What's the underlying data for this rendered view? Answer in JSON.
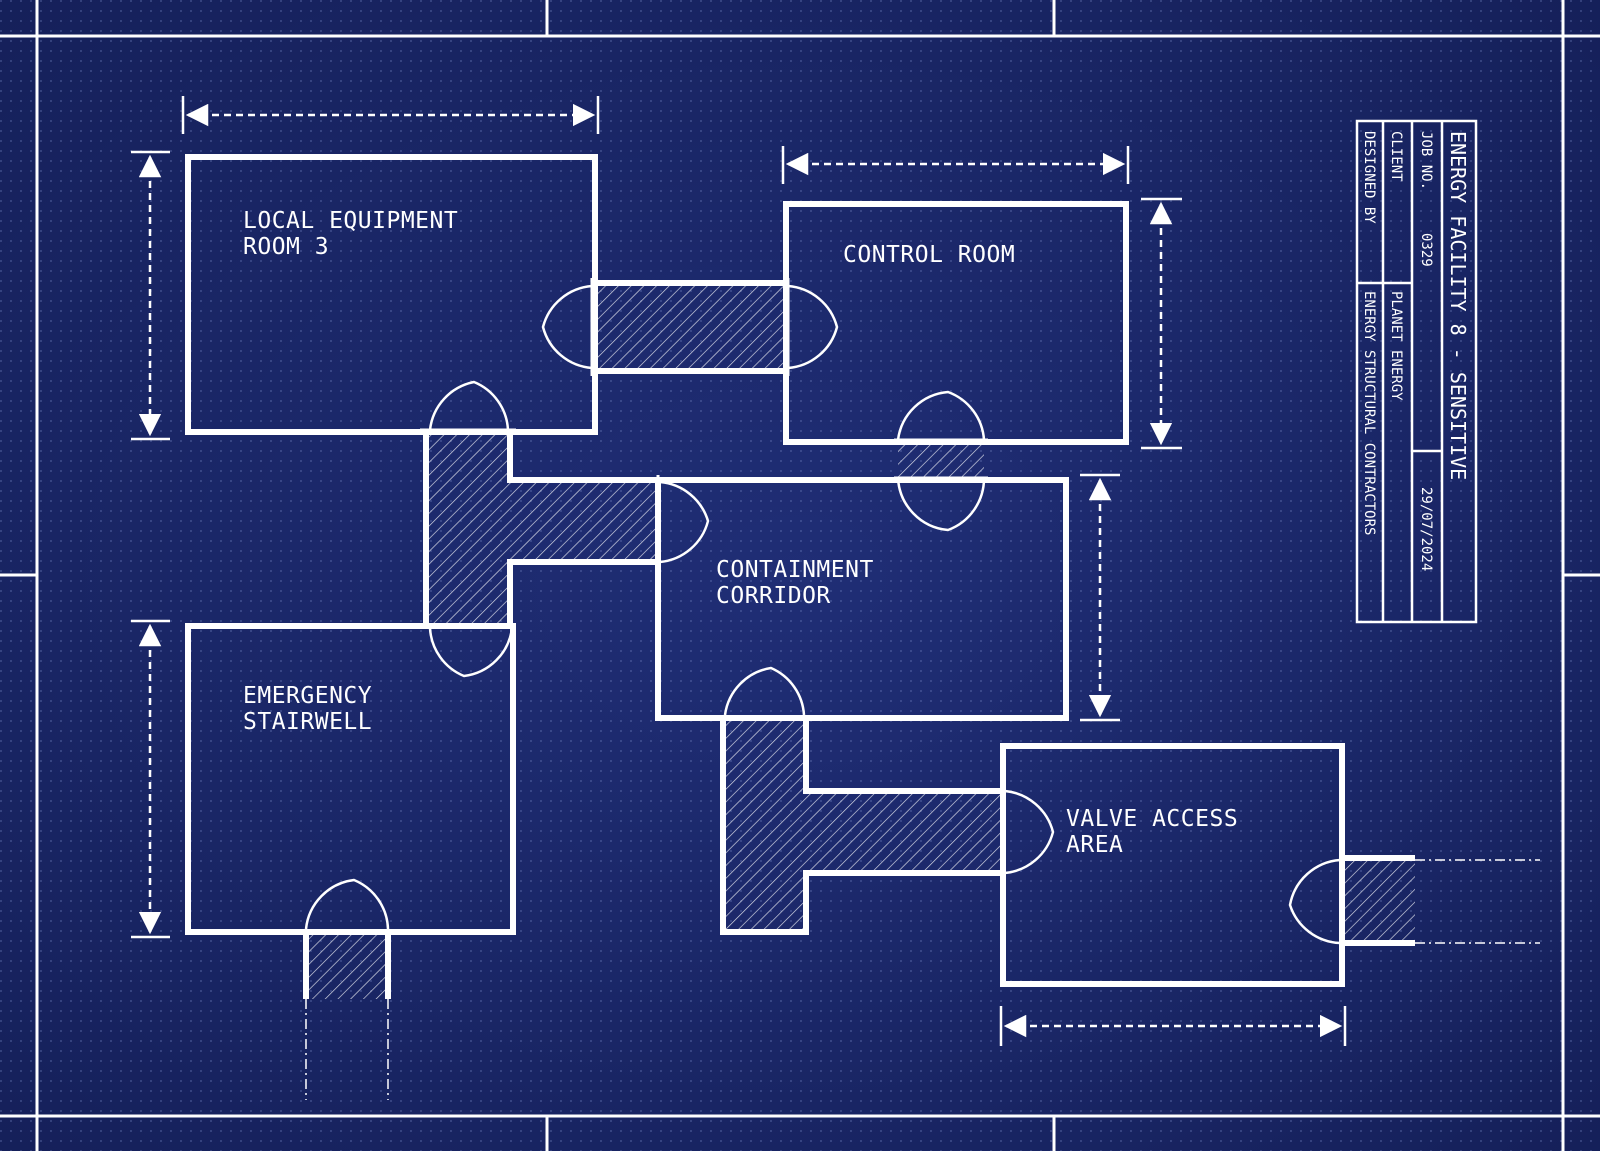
{
  "colors": {
    "background": "#1c2a6e",
    "background_dark": "#16225c",
    "line": "#ffffff",
    "grid_dot": "#6f7fbf"
  },
  "rooms": {
    "equipment_room": {
      "line1": "LOCAL EQUIPMENT",
      "line2": "ROOM 3"
    },
    "control_room": {
      "line1": "CONTROL ROOM"
    },
    "containment_corridor": {
      "line1": "CONTAINMENT",
      "line2": "CORRIDOR"
    },
    "emergency_stairwell": {
      "line1": "EMERGENCY",
      "line2": "STAIRWELL"
    },
    "valve_access_area": {
      "line1": "VALVE ACCESS",
      "line2": "AREA"
    }
  },
  "title_block": {
    "project_title": "ENERGY FACILITY 8 - SENSITIVE",
    "job_no_label": "JOB NO.",
    "job_no_value": "0329",
    "date": "29/07/2024",
    "client_label": "CLIENT",
    "client_value": "PLANET ENERGY",
    "designed_by_label": "DESIGNED BY",
    "designed_by_value": "ENERGY STRUCTURAL CONTRACTORS"
  },
  "icons": {
    "door_swing": "door-swing-icon",
    "dimension_arrow": "dimension-arrow-icon"
  }
}
